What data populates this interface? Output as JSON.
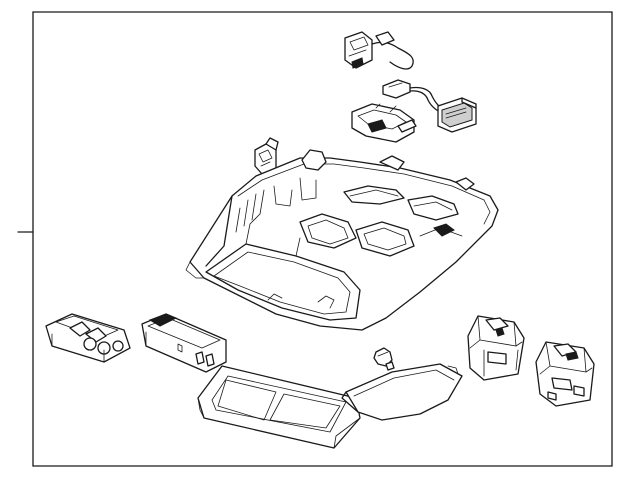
{
  "diagram": {
    "caption": "",
    "parts": [
      "overhead-console-housing",
      "microphone-connector-upper",
      "microphone-module",
      "microphone-connector-lower",
      "retaining-clip",
      "switch-block-left",
      "switch-module-center",
      "sunglass-bin-door",
      "map-lamp-bulb",
      "lamp-lens-cover",
      "switch-assembly-right-1",
      "switch-assembly-right-2"
    ]
  },
  "colors": {
    "line": "#1a1a1a",
    "background": "#ffffff",
    "frame": "#1a1a1a"
  }
}
